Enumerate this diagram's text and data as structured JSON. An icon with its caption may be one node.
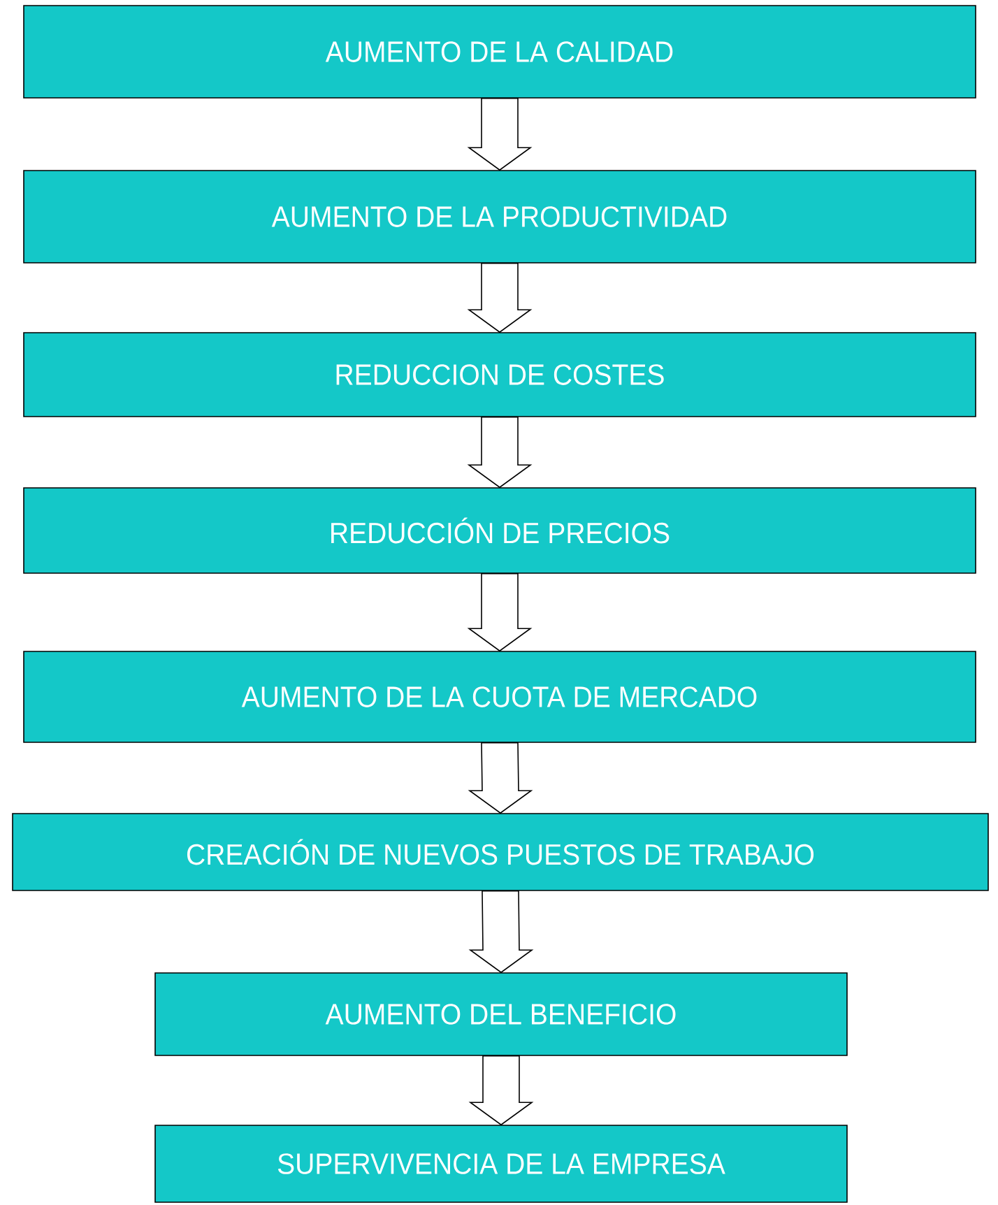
{
  "diagram": {
    "nodes": [
      {
        "text": [
          "AUMENTO DE LA CALIDAD"
        ]
      },
      {
        "text": [
          "AUMENTO DE LA PRODUCTIVIDAD"
        ]
      },
      {
        "text": [
          "REDUCCION DE COSTES"
        ]
      },
      {
        "text": [
          "REDUCCIÓN DE PRECIOS"
        ]
      },
      {
        "text": [
          "AUMENTO DE LA CUOTA DE MERCADO"
        ]
      },
      {
        "text": [
          "CREACIÓN DE NUEVOS PUESTOS DE TRABAJO"
        ]
      },
      {
        "text": [
          "AUMENTO DEL BENEFICIO"
        ]
      },
      {
        "text": [
          "SUPERVIVENCIA DE LA EMPRESA"
        ]
      }
    ],
    "edges": [
      {
        "from": 0,
        "to": 1,
        "arrow": "to"
      },
      {
        "from": 1,
        "to": 2,
        "arrow": "to"
      },
      {
        "from": 2,
        "to": 3,
        "arrow": "to"
      },
      {
        "from": 3,
        "to": 4,
        "arrow": "to"
      },
      {
        "from": 4,
        "to": 5,
        "arrow": "to"
      },
      {
        "from": 5,
        "to": 6,
        "arrow": "to"
      },
      {
        "from": 6,
        "to": 7,
        "arrow": "to"
      }
    ]
  }
}
